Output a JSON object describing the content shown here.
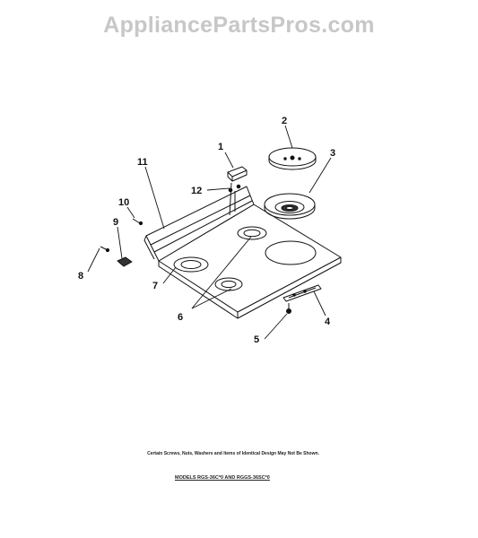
{
  "watermark": "AppliancePartsPros.com",
  "callouts": {
    "c1": "1",
    "c2": "2",
    "c3": "3",
    "c4": "4",
    "c5": "5",
    "c6": "6",
    "c7": "7",
    "c8": "8",
    "c9": "9",
    "c10": "10",
    "c11": "11",
    "c12": "12"
  },
  "footer": {
    "note": "Certain Screws, Nuts, Washers and Items of Identical Design May Not Be Shown.",
    "models": "MODELS RGS-36C*0 AND RGGS-36SC*0"
  }
}
